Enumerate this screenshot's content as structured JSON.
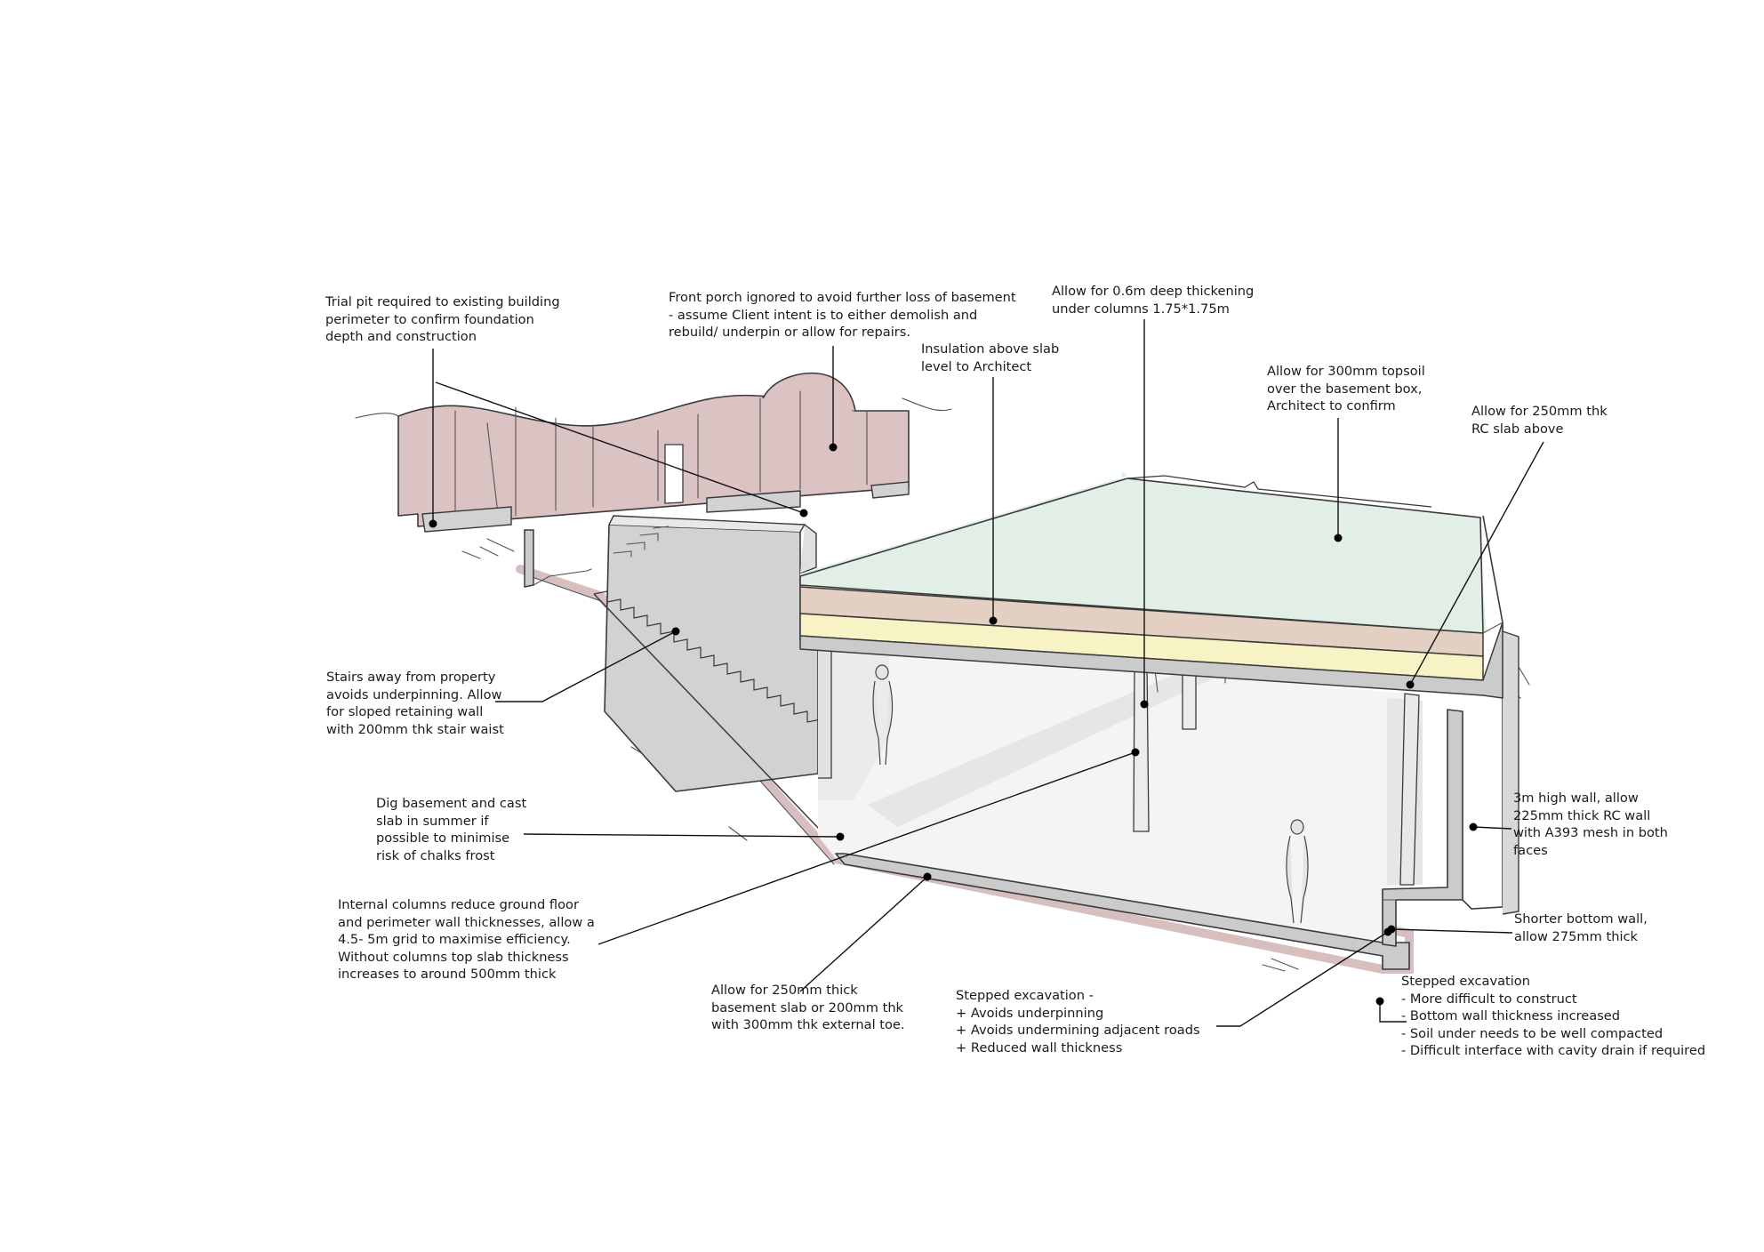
{
  "colors": {
    "existing_building": "#dcc3c3",
    "topsoil": "#e2efe6",
    "insulation": "#f8f3c4",
    "slab_layer": "#e3d0c2",
    "retaining_wall": "#d2d2d2",
    "concrete": "#cbcbcb",
    "ground_soil": "#c9a9a9",
    "basement_interior": "#f4f4f4"
  },
  "icons": {
    "person_figure": "person-silhouette-icon",
    "callout_point": "leader-dot-icon"
  },
  "annotations": [
    {
      "id": "trial-pit",
      "lines": [
        "Trial pit required to existing building",
        "perimeter to confirm foundation",
        "depth and construction"
      ]
    },
    {
      "id": "front-porch",
      "lines": [
        "Front porch ignored to avoid further loss of basement",
        "- assume Client intent is to either demolish and",
        "rebuild/ underpin or allow for repairs."
      ]
    },
    {
      "id": "insulation",
      "lines": [
        "Insulation above slab",
        "level to Architect"
      ]
    },
    {
      "id": "thickening",
      "lines": [
        "Allow for 0.6m deep thickening",
        "under columns 1.75*1.75m"
      ]
    },
    {
      "id": "topsoil",
      "lines": [
        "Allow for 300mm topsoil",
        "over the basement box,",
        "Architect to confirm"
      ]
    },
    {
      "id": "rc-slab",
      "lines": [
        "Allow for 250mm thk",
        "RC slab above"
      ]
    },
    {
      "id": "stairs",
      "lines": [
        "Stairs away from property",
        "avoids underpinning. Allow",
        "for sloped retaining wall",
        "with 200mm thk stair waist"
      ]
    },
    {
      "id": "dig-basement",
      "lines": [
        "Dig basement and cast",
        "slab in summer if",
        "possible to minimise",
        "risk of chalks frost"
      ]
    },
    {
      "id": "internal-columns",
      "lines": [
        "Internal columns reduce ground floor",
        "and perimeter wall thicknesses, allow a",
        "4.5- 5m grid to maximise efficiency.",
        "Without columns top slab thickness",
        "increases to around 500mm thick"
      ]
    },
    {
      "id": "basement-slab",
      "lines": [
        "Allow for 250mm thick",
        "basement slab or 200mm thk",
        "with 300mm thk external toe."
      ]
    },
    {
      "id": "stepped-pros",
      "lines": [
        "Stepped excavation -",
        "+ Avoids underpinning",
        "+ Avoids undermining adjacent roads",
        "+ Reduced wall thickness"
      ]
    },
    {
      "id": "high-wall",
      "lines": [
        "3m high wall, allow",
        "225mm thick RC wall",
        "with A393 mesh in both",
        "faces"
      ]
    },
    {
      "id": "shorter-wall",
      "lines": [
        "Shorter bottom wall,",
        "allow 275mm thick"
      ]
    },
    {
      "id": "stepped-cons",
      "lines": [
        "Stepped excavation",
        "- More difficult to construct",
        "- Bottom wall thickness increased",
        "- Soil under needs to be well compacted",
        "- Difficult interface with cavity drain if required"
      ]
    }
  ]
}
